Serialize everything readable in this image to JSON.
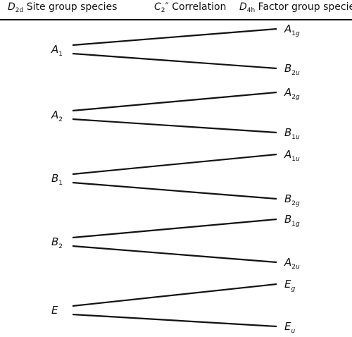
{
  "headers": {
    "site": {
      "symbol": "D",
      "sub": "2d",
      "text": "Site group species"
    },
    "correlation": {
      "symbol": "C",
      "sub": "2",
      "prime": "″",
      "text": "Correlation"
    },
    "factor": {
      "symbol": "D",
      "sub": "4h",
      "text": "Factor group species"
    }
  },
  "site_species": [
    {
      "label": "A",
      "sub": "1"
    },
    {
      "label": "A",
      "sub": "2"
    },
    {
      "label": "B",
      "sub": "1"
    },
    {
      "label": "B",
      "sub": "2"
    },
    {
      "label": "E",
      "sub": ""
    }
  ],
  "factor_species": [
    {
      "label": "A",
      "sub_num": "1",
      "sub_letter": "g"
    },
    {
      "label": "B",
      "sub_num": "2",
      "sub_letter": "u"
    },
    {
      "label": "A",
      "sub_num": "2",
      "sub_letter": "g"
    },
    {
      "label": "B",
      "sub_num": "1",
      "sub_letter": "u"
    },
    {
      "label": "A",
      "sub_num": "1",
      "sub_letter": "u"
    },
    {
      "label": "B",
      "sub_num": "2",
      "sub_letter": "g"
    },
    {
      "label": "B",
      "sub_num": "1",
      "sub_letter": "g"
    },
    {
      "label": "A",
      "sub_num": "2",
      "sub_letter": "u"
    },
    {
      "label": "E",
      "sub_num": "",
      "sub_letter": "g"
    },
    {
      "label": "E",
      "sub_num": "",
      "sub_letter": "u"
    }
  ],
  "correlations": [
    [
      0,
      0
    ],
    [
      0,
      1
    ],
    [
      1,
      2
    ],
    [
      1,
      3
    ],
    [
      2,
      4
    ],
    [
      2,
      5
    ],
    [
      3,
      6
    ],
    [
      3,
      7
    ],
    [
      4,
      8
    ],
    [
      4,
      9
    ]
  ]
}
